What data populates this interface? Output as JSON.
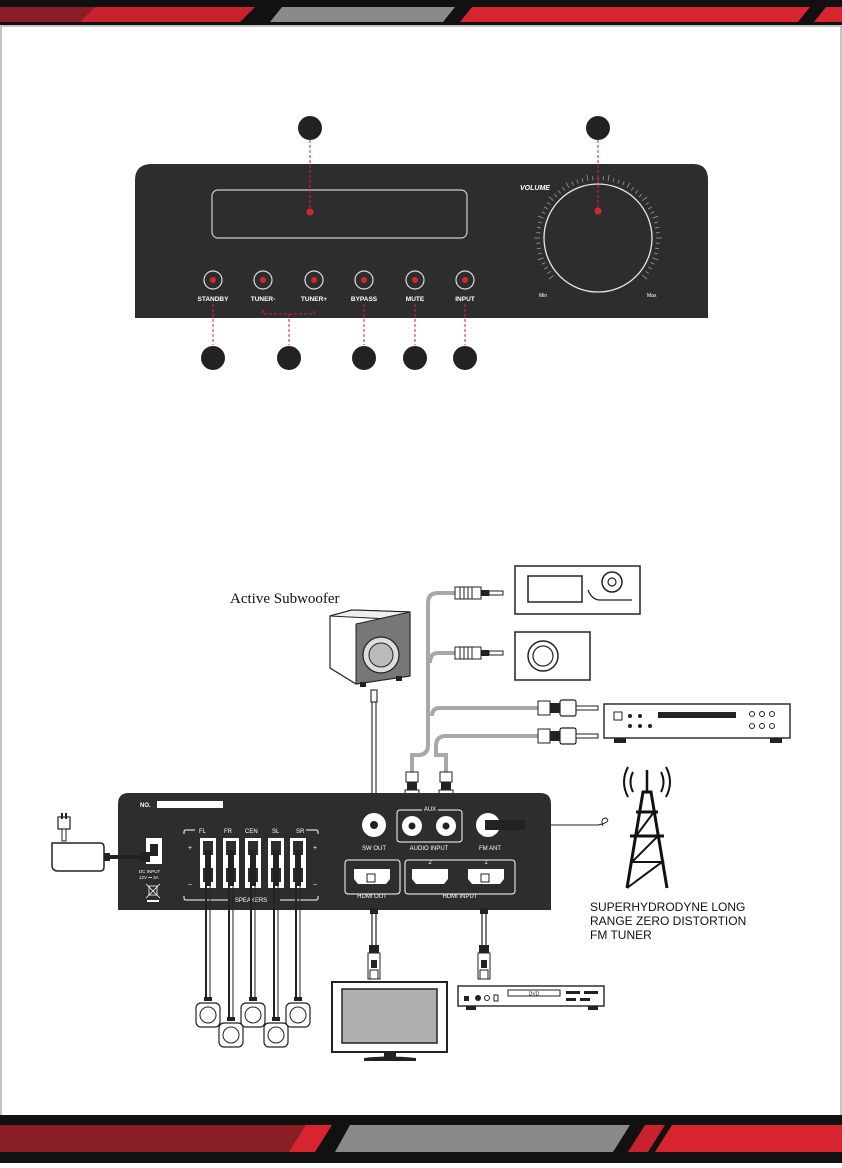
{
  "front_panel": {
    "volume_label": "VOLUME",
    "volume_min": "Min",
    "volume_max": "Max",
    "buttons": [
      "STANDBY",
      "TUNER-",
      "TUNER+",
      "BYPASS",
      "MUTE",
      "INPUT"
    ]
  },
  "connection": {
    "subwoofer_label": "Active Subwoofer",
    "no_label": "NO.",
    "speaker_channels": [
      "FL",
      "FR",
      "CEN",
      "SL",
      "SR"
    ],
    "speakers_label": "SPEAKERS",
    "dc_input_label": "DC INPUT",
    "dc_input_rating": "12V ⎓ 3A",
    "sw_out_label": "SW OUT",
    "aux_label": "AUX",
    "audio_input_label": "AUDIO INPUT",
    "fm_ant_label": "FM ANT",
    "hdmi_out_label": "HDMI OUT",
    "hdmi_input_label": "HDMI INPUT",
    "hdmi_input_numbers": [
      "2",
      "1"
    ],
    "dvd_label": "DVD",
    "tuner_caption": [
      "SUPERHYDRODYNE LONG",
      "RANGE ZERO DISTORTION",
      "FM TUNER"
    ]
  },
  "colors": {
    "accent_red": "#d8242f",
    "band_grey": "#8a8a8a",
    "panel_dark": "#2b2b2b"
  }
}
